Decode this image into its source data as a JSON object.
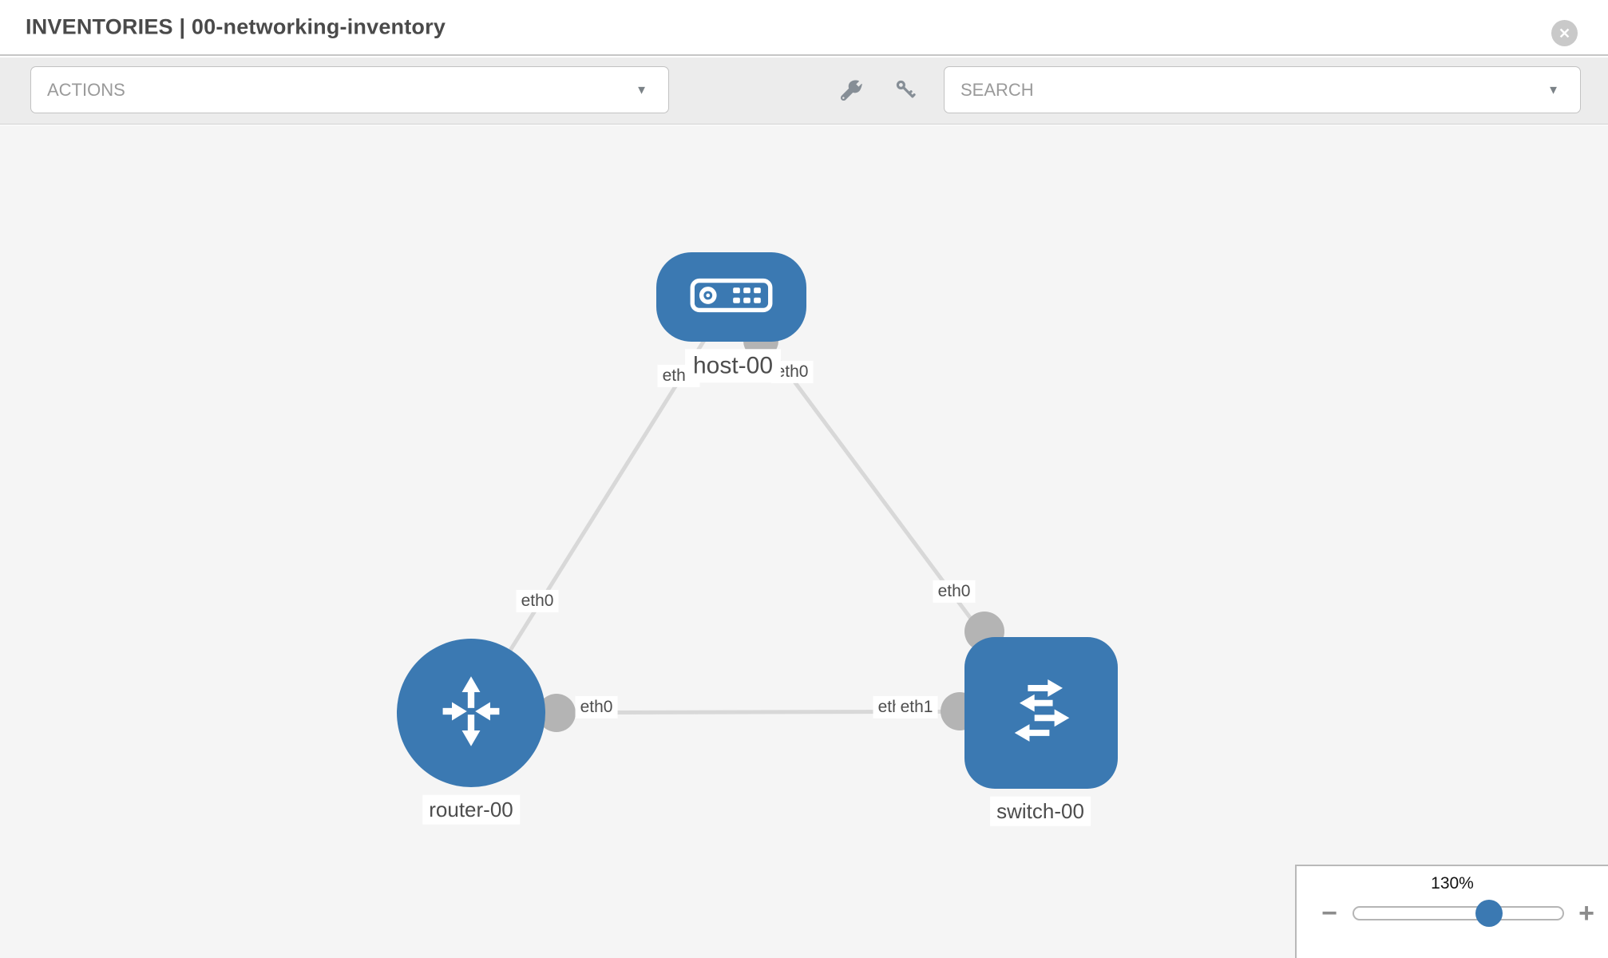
{
  "window": {
    "title": "INVENTORIES | 00-networking-inventory",
    "close_glyph": "✕"
  },
  "toolbar": {
    "actions_label": "ACTIONS",
    "search_label": "SEARCH",
    "caret_glyph": "▼",
    "icons": [
      "wrench-icon",
      "key-icon"
    ]
  },
  "topology": {
    "nodes": [
      {
        "name": "host-00",
        "type": "host"
      },
      {
        "name": "router-00",
        "type": "router"
      },
      {
        "name": "switch-00",
        "type": "switch"
      }
    ],
    "links": [
      {
        "source": "router-00",
        "source_interface": "eth0",
        "target": "host-00",
        "target_interface": "eth0"
      },
      {
        "source": "switch-00",
        "source_interface": "eth0",
        "target": "host-00",
        "target_interface": "eth0"
      },
      {
        "source": "router-00",
        "source_interface": "eth0",
        "target": "switch-00",
        "target_interface": "eth1",
        "occluded_label": "eth0"
      }
    ]
  },
  "zoom_control": {
    "level": "130%",
    "minus_glyph": "−",
    "plus_glyph": "+"
  },
  "colors": {
    "node_blue": "#3b79b2",
    "link_gray": "#d8d8d8",
    "port_gray": "#b4b4b4",
    "canvas_bg": "#f5f5f5",
    "toolbar_bg": "#ececec"
  }
}
